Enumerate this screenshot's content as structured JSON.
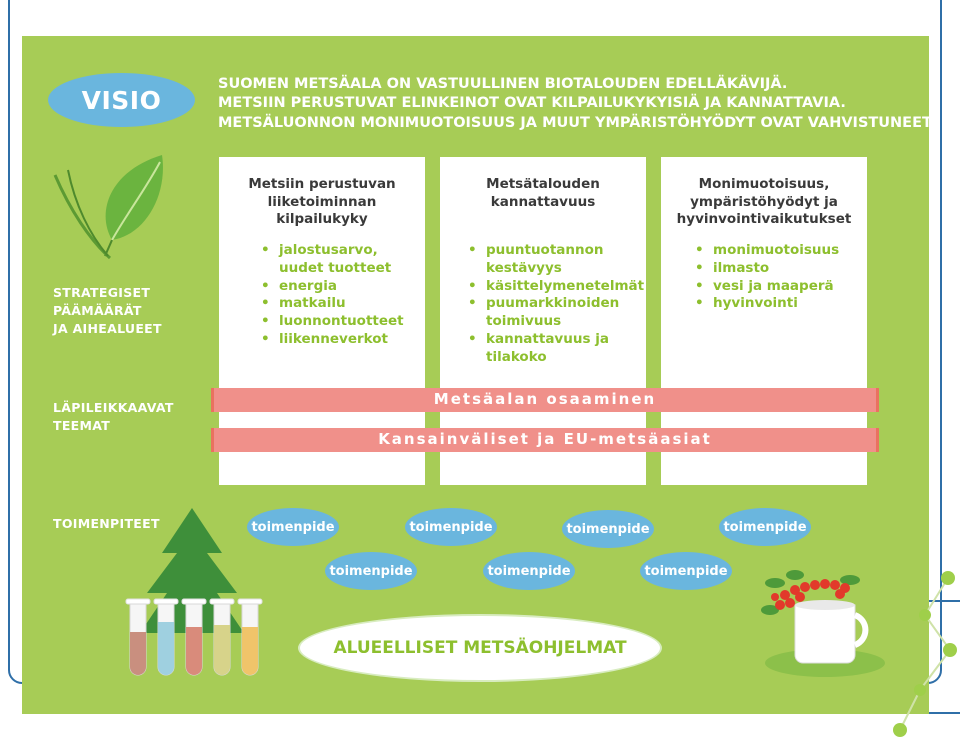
{
  "visio": "VISIO",
  "vision_lines": [
    "SUOMEN METSÄALA ON VASTUULLINEN BIOTALOUDEN EDELLÄKÄVIJÄ.",
    "METSIIN PERUSTUVAT ELINKEINOT OVAT KILPAILUKYKYISIÄ JA KANNATTAVIA.",
    "METSÄLUONNON MONIMUOTOISUUS JA MUUT YMPÄRISTÖHYÖDYT OVAT VAHVISTUNEET."
  ],
  "side_labels": {
    "strategic": [
      "STRATEGISET",
      "PÄÄMÄÄRÄT",
      "JA AIHEALUEET"
    ],
    "cross": [
      "LÄPILEIKKAAVAT",
      "TEEMAT"
    ],
    "actions": "TOIMENPITEET"
  },
  "goals": [
    {
      "title": [
        "Metsiin perustuvan",
        "liiketoiminnan",
        "kilpailukyky"
      ],
      "items": [
        [
          "jalostusarvo,",
          "uudet tuotteet"
        ],
        [
          "energia"
        ],
        [
          "matkailu"
        ],
        [
          "luonnontuotteet"
        ],
        [
          "liikenneverkot"
        ]
      ]
    },
    {
      "title": [
        "Metsätalouden",
        "kannattavuus"
      ],
      "items": [
        [
          "puuntuotannon",
          "kestävyys"
        ],
        [
          "käsittelymenetelmät"
        ],
        [
          "puumarkkinoiden",
          "toimivuus"
        ],
        [
          "kannattavuus ja",
          "tilakoko"
        ]
      ]
    },
    {
      "title": [
        "Monimuotoisuus,",
        "ympäristöhyödyt ja",
        "hyvinvointivaikutukset"
      ],
      "items": [
        [
          "monimuotoisuus"
        ],
        [
          "ilmasto"
        ],
        [
          "vesi ja maaperä"
        ],
        [
          "hyvinvointi"
        ]
      ]
    }
  ],
  "themes": [
    "Metsäalan osaaminen",
    "Kansainväliset ja EU-metsäasiat"
  ],
  "actions": [
    "toimenpide",
    "toimenpide",
    "toimenpide",
    "toimenpide",
    "toimenpide",
    "toimenpide",
    "toimenpide"
  ],
  "program": "ALUEELLISET METSÄOHJELMAT",
  "colors": {
    "panel": "#a7cc56",
    "oval": "#6ab6de",
    "band": "#f0908a",
    "bullet": "#8dbf2e"
  }
}
